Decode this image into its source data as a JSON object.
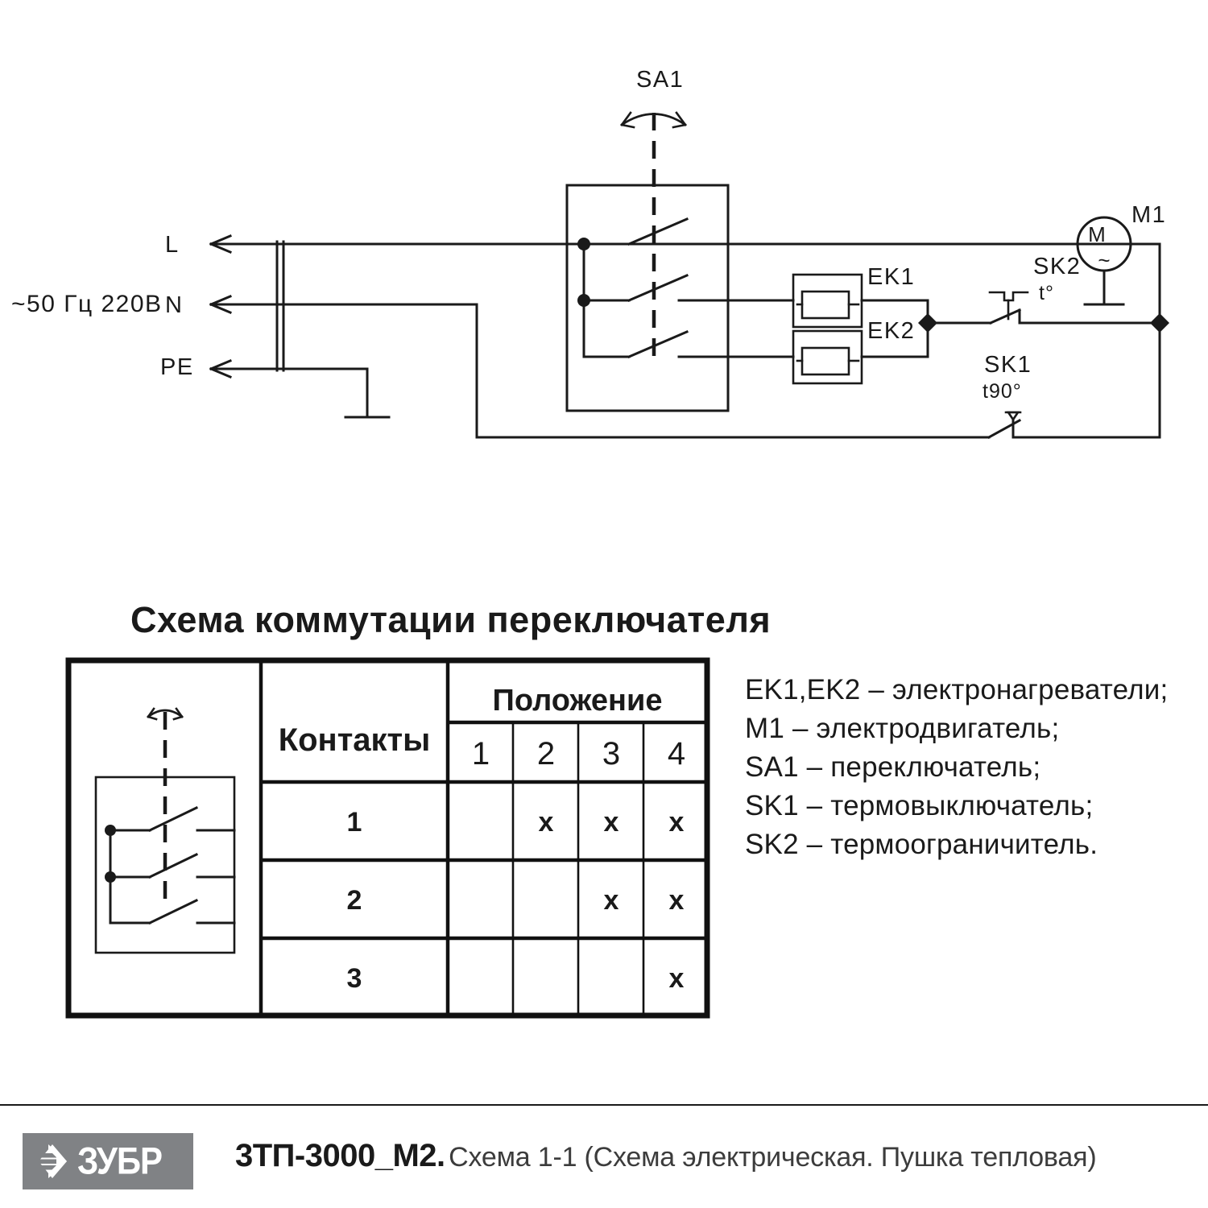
{
  "document": {
    "type": "electrical-schematic",
    "brand": "ЗУБР",
    "model": "3ТП-3000_М2.",
    "description": "Схема 1-1 (Схема электрическая. Пушка тепловая)",
    "logo_color": "#808285"
  },
  "schematic": {
    "source_label": "~50 Гц  220В",
    "terminals": [
      {
        "name": "L"
      },
      {
        "name": "N"
      },
      {
        "name": "PE"
      }
    ],
    "switch": {
      "designator": "SA1",
      "poles": 3
    },
    "heaters": [
      {
        "designator": "EK1"
      },
      {
        "designator": "EK2"
      }
    ],
    "motor": {
      "designator": "M1",
      "symbol_letter": "M",
      "symbol_type": "~"
    },
    "thermal_switches": [
      {
        "designator": "SK2",
        "temp_label": "t°"
      },
      {
        "designator": "SK1",
        "temp_label": "t90°"
      }
    ]
  },
  "table": {
    "title": "Схема коммутации переключателя",
    "header_contacts": "Контакты",
    "header_position": "Положение",
    "positions": [
      "1",
      "2",
      "3",
      "4"
    ],
    "mark": "x",
    "rows": [
      {
        "contact": "1",
        "cells": [
          "",
          "x",
          "x",
          "x"
        ]
      },
      {
        "contact": "2",
        "cells": [
          "",
          "",
          "x",
          "x"
        ]
      },
      {
        "contact": "3",
        "cells": [
          "",
          "",
          "",
          "x"
        ]
      }
    ]
  },
  "legend": {
    "lines": [
      "EK1,EK2 – электронагреватели;",
      "M1 – электродвигатель;",
      "SA1 – переключатель;",
      "SK1 – термовыключатель;",
      "SK2 – термоограничитель."
    ]
  },
  "chart_data": {
    "type": "table",
    "title": "Схема коммутации переключателя",
    "columns": [
      "Контакты",
      "1",
      "2",
      "3",
      "4"
    ],
    "rows": [
      [
        "1",
        "",
        "x",
        "x",
        "x"
      ],
      [
        "2",
        "",
        "",
        "x",
        "x"
      ],
      [
        "3",
        "",
        "",
        "",
        "x"
      ]
    ]
  }
}
